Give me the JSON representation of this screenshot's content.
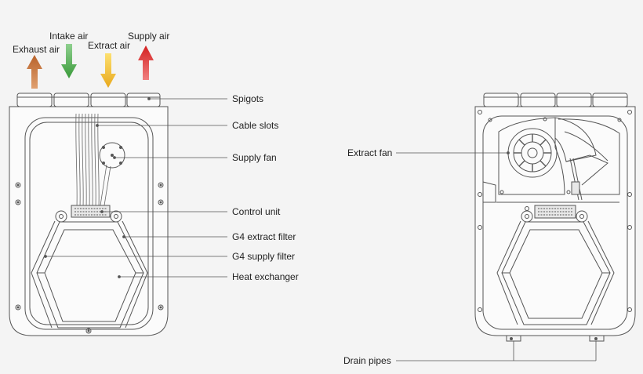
{
  "airflows": [
    {
      "label": "Exhaust air",
      "direction": "up",
      "color": "#b8622a",
      "color_light": "#e0a070"
    },
    {
      "label": "Intake air",
      "direction": "down",
      "color": "#3a9a3a",
      "color_light": "#8fd08f"
    },
    {
      "label": "Extract air",
      "direction": "down",
      "color": "#e8a81c",
      "color_light": "#fde070"
    },
    {
      "label": "Supply air",
      "direction": "up",
      "color": "#d42020",
      "color_light": "#f08080"
    }
  ],
  "callouts": {
    "spigots": "Spigots",
    "cable_slots": "Cable slots",
    "supply_fan": "Supply fan",
    "control_unit": "Control unit",
    "g4_extract_filter": "G4 extract filter",
    "g4_supply_filter": "G4 supply filter",
    "heat_exchanger": "Heat exchanger",
    "extract_fan": "Extract fan",
    "drain_pipes": "Drain pipes"
  },
  "colors": {
    "line": "#555555",
    "background": "#f4f4f4"
  }
}
